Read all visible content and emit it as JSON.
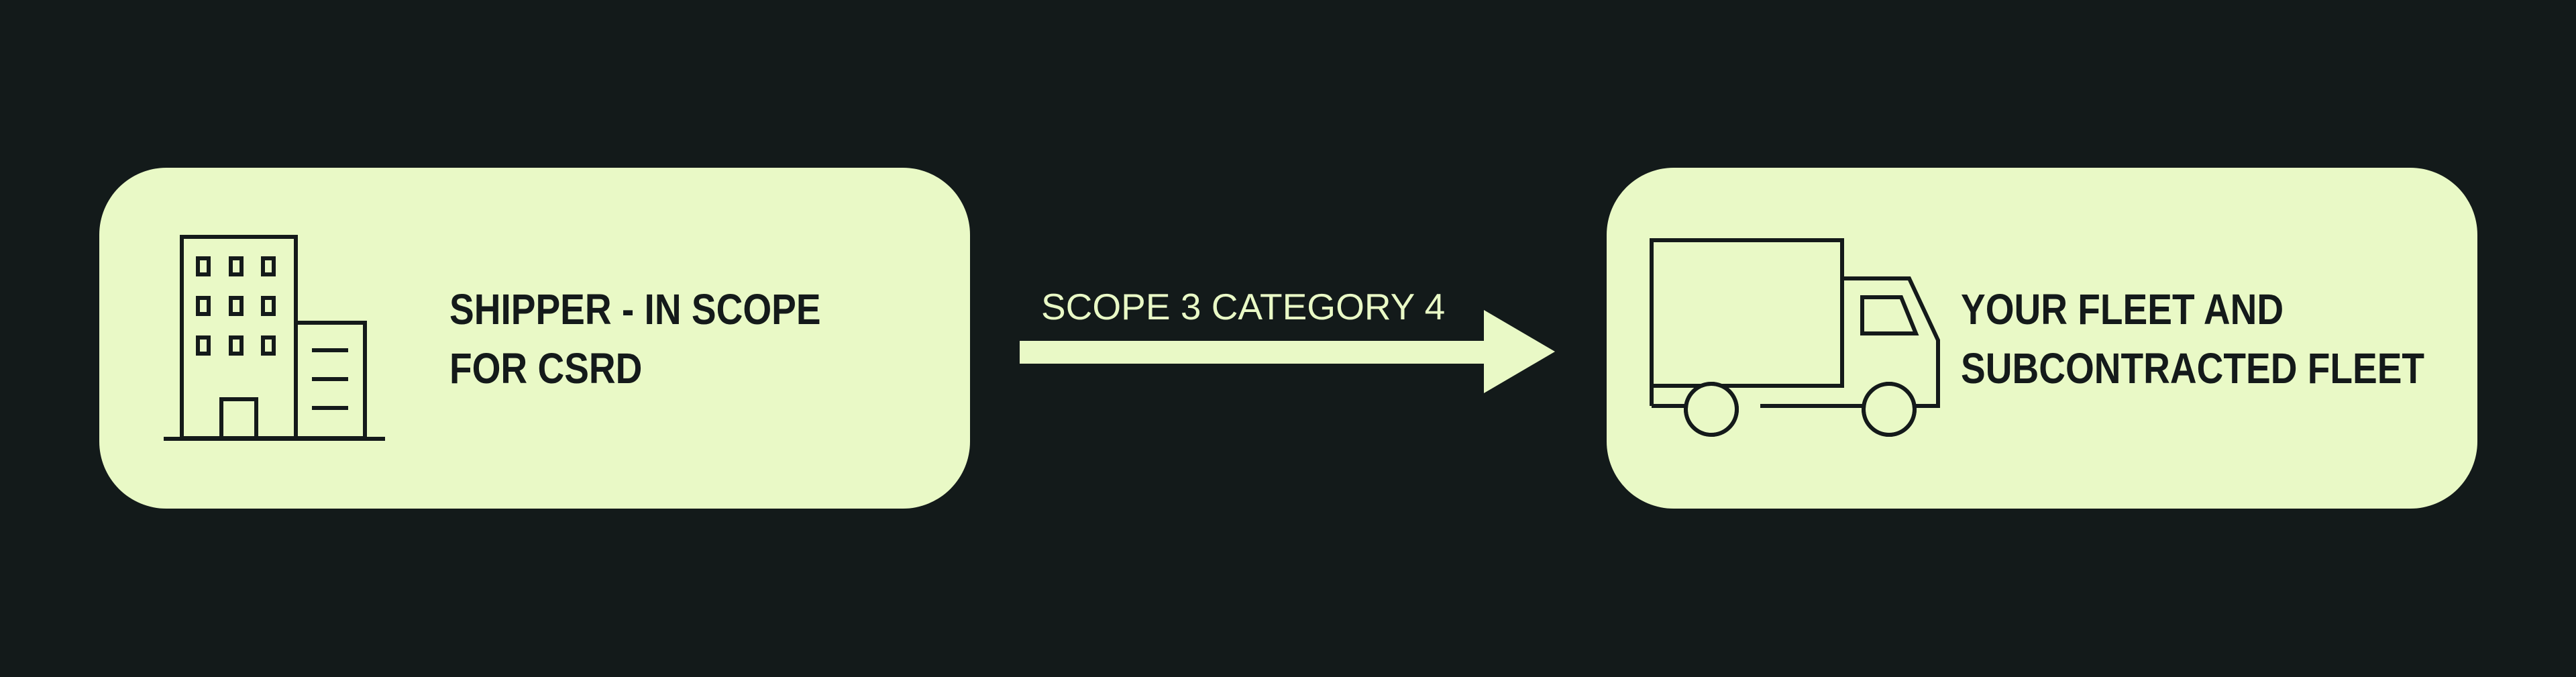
{
  "diagram": {
    "source": {
      "lines": [
        "SHIPPER - IN SCOPE",
        "FOR CSRD"
      ],
      "icon": "office-building-icon"
    },
    "connector": {
      "label": "SCOPE 3 CATEGORY 4",
      "icon": "right-arrow-icon"
    },
    "target": {
      "lines": [
        "YOUR FLEET AND",
        "SUBCONTRACTED FLEET"
      ],
      "icon": "delivery-truck-icon"
    }
  },
  "colors": {
    "background": "#131a1a",
    "card": "#e9f9c6",
    "ink": "#141a1a"
  }
}
